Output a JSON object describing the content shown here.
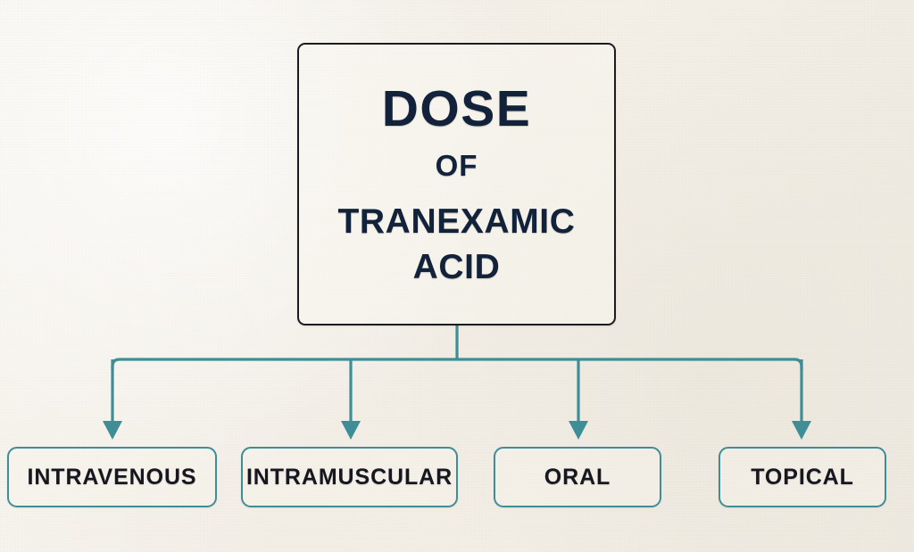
{
  "diagram": {
    "type": "flowchart-tree",
    "title": "DOSE OF TRANEXAMIC ACID",
    "root": {
      "lines": [
        "DOSE",
        "OF",
        "TRANEXAMIC",
        "ACID"
      ]
    },
    "branches": [
      {
        "label": "INTRAVENOUS"
      },
      {
        "label": "INTRAMUSCULAR"
      },
      {
        "label": "ORAL"
      },
      {
        "label": "TOPICAL"
      }
    ]
  },
  "colors": {
    "background": "#f4f1ea",
    "root_border": "#1b1b24",
    "root_text": "#12223a",
    "connector": "#3f8e97",
    "leaf_border": "#3f8e97",
    "leaf_text": "#17171f"
  }
}
